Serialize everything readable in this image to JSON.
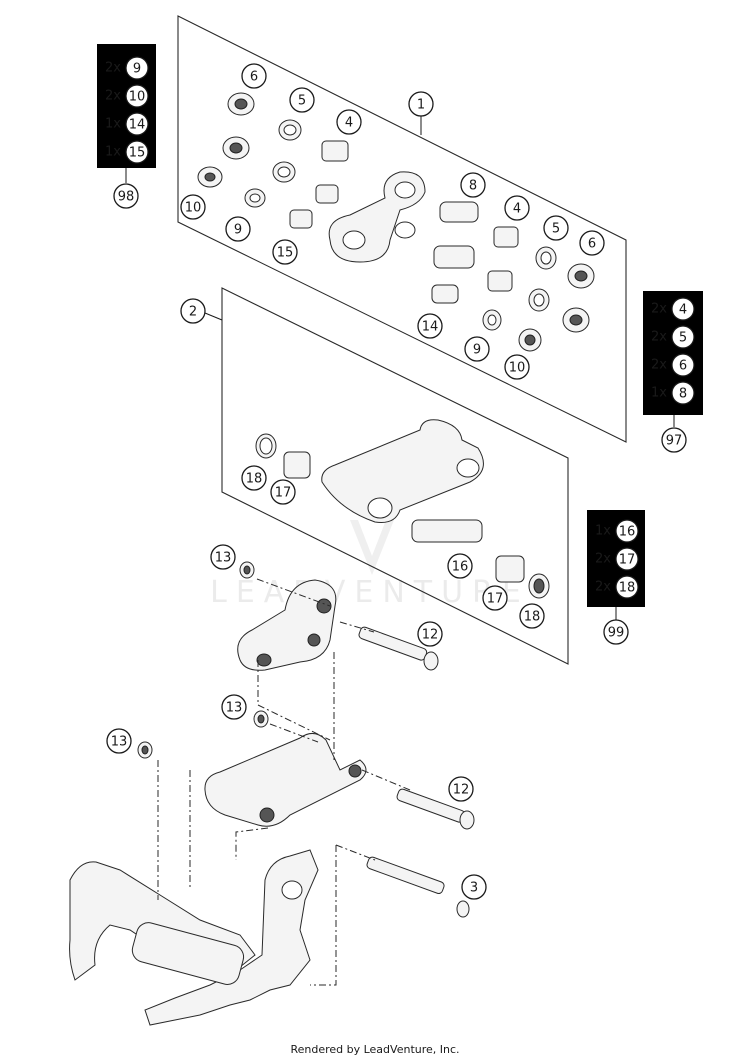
{
  "watermark": "LEADVENTURE",
  "footer": "Rendered by LeadVenture, Inc.",
  "callouts": [
    {
      "id": "c-1",
      "label": "1"
    },
    {
      "id": "c-2",
      "label": "2"
    },
    {
      "id": "c-3",
      "label": "3"
    },
    {
      "id": "c-4a",
      "label": "4"
    },
    {
      "id": "c-4b",
      "label": "4"
    },
    {
      "id": "c-5a",
      "label": "5"
    },
    {
      "id": "c-5b",
      "label": "5"
    },
    {
      "id": "c-6a",
      "label": "6"
    },
    {
      "id": "c-6b",
      "label": "6"
    },
    {
      "id": "c-8",
      "label": "8"
    },
    {
      "id": "c-9a",
      "label": "9"
    },
    {
      "id": "c-9b",
      "label": "9"
    },
    {
      "id": "c-10a",
      "label": "10"
    },
    {
      "id": "c-10b",
      "label": "10"
    },
    {
      "id": "c-12a",
      "label": "12"
    },
    {
      "id": "c-12b",
      "label": "12"
    },
    {
      "id": "c-13a",
      "label": "13"
    },
    {
      "id": "c-13b",
      "label": "13"
    },
    {
      "id": "c-13c",
      "label": "13"
    },
    {
      "id": "c-14",
      "label": "14"
    },
    {
      "id": "c-15",
      "label": "15"
    },
    {
      "id": "c-16",
      "label": "16"
    },
    {
      "id": "c-17a",
      "label": "17"
    },
    {
      "id": "c-17b",
      "label": "17"
    },
    {
      "id": "c-18a",
      "label": "18"
    },
    {
      "id": "c-18b",
      "label": "18"
    }
  ],
  "kits": [
    {
      "id": "98",
      "label": "98",
      "rows": [
        {
          "qty": "2x",
          "part": "9"
        },
        {
          "qty": "2x",
          "part": "10"
        },
        {
          "qty": "1x",
          "part": "14"
        },
        {
          "qty": "1x",
          "part": "15"
        }
      ]
    },
    {
      "id": "97",
      "label": "97",
      "rows": [
        {
          "qty": "2x",
          "part": "4"
        },
        {
          "qty": "2x",
          "part": "5"
        },
        {
          "qty": "2x",
          "part": "6"
        },
        {
          "qty": "1x",
          "part": "8"
        }
      ]
    },
    {
      "id": "99",
      "label": "99",
      "rows": [
        {
          "qty": "1x",
          "part": "16"
        },
        {
          "qty": "2x",
          "part": "17"
        },
        {
          "qty": "2x",
          "part": "18"
        }
      ]
    }
  ]
}
